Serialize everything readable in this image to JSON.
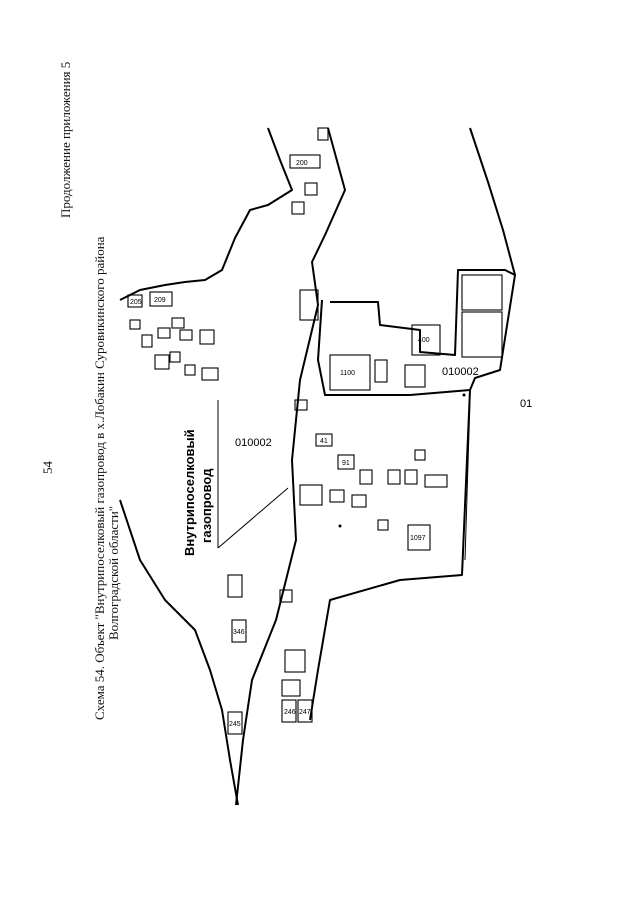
{
  "header": {
    "appendix_note": "Продолжение приложения 5",
    "page_number": "54"
  },
  "caption": {
    "line1": "Схема 54. Объект \"Внутрипоселковый газопровод в х.Лобакин Суровикинского района",
    "line2": "Волгоградской области\""
  },
  "map": {
    "label_line1": "Внутрипоселковый",
    "label_line2": "газопровод",
    "cadastral": [
      "010002",
      "010002",
      "01"
    ],
    "lots": [
      "200",
      "205",
      "209",
      "400",
      "1100",
      "41",
      "91",
      "1097",
      "346",
      "245",
      "246",
      "247"
    ]
  }
}
